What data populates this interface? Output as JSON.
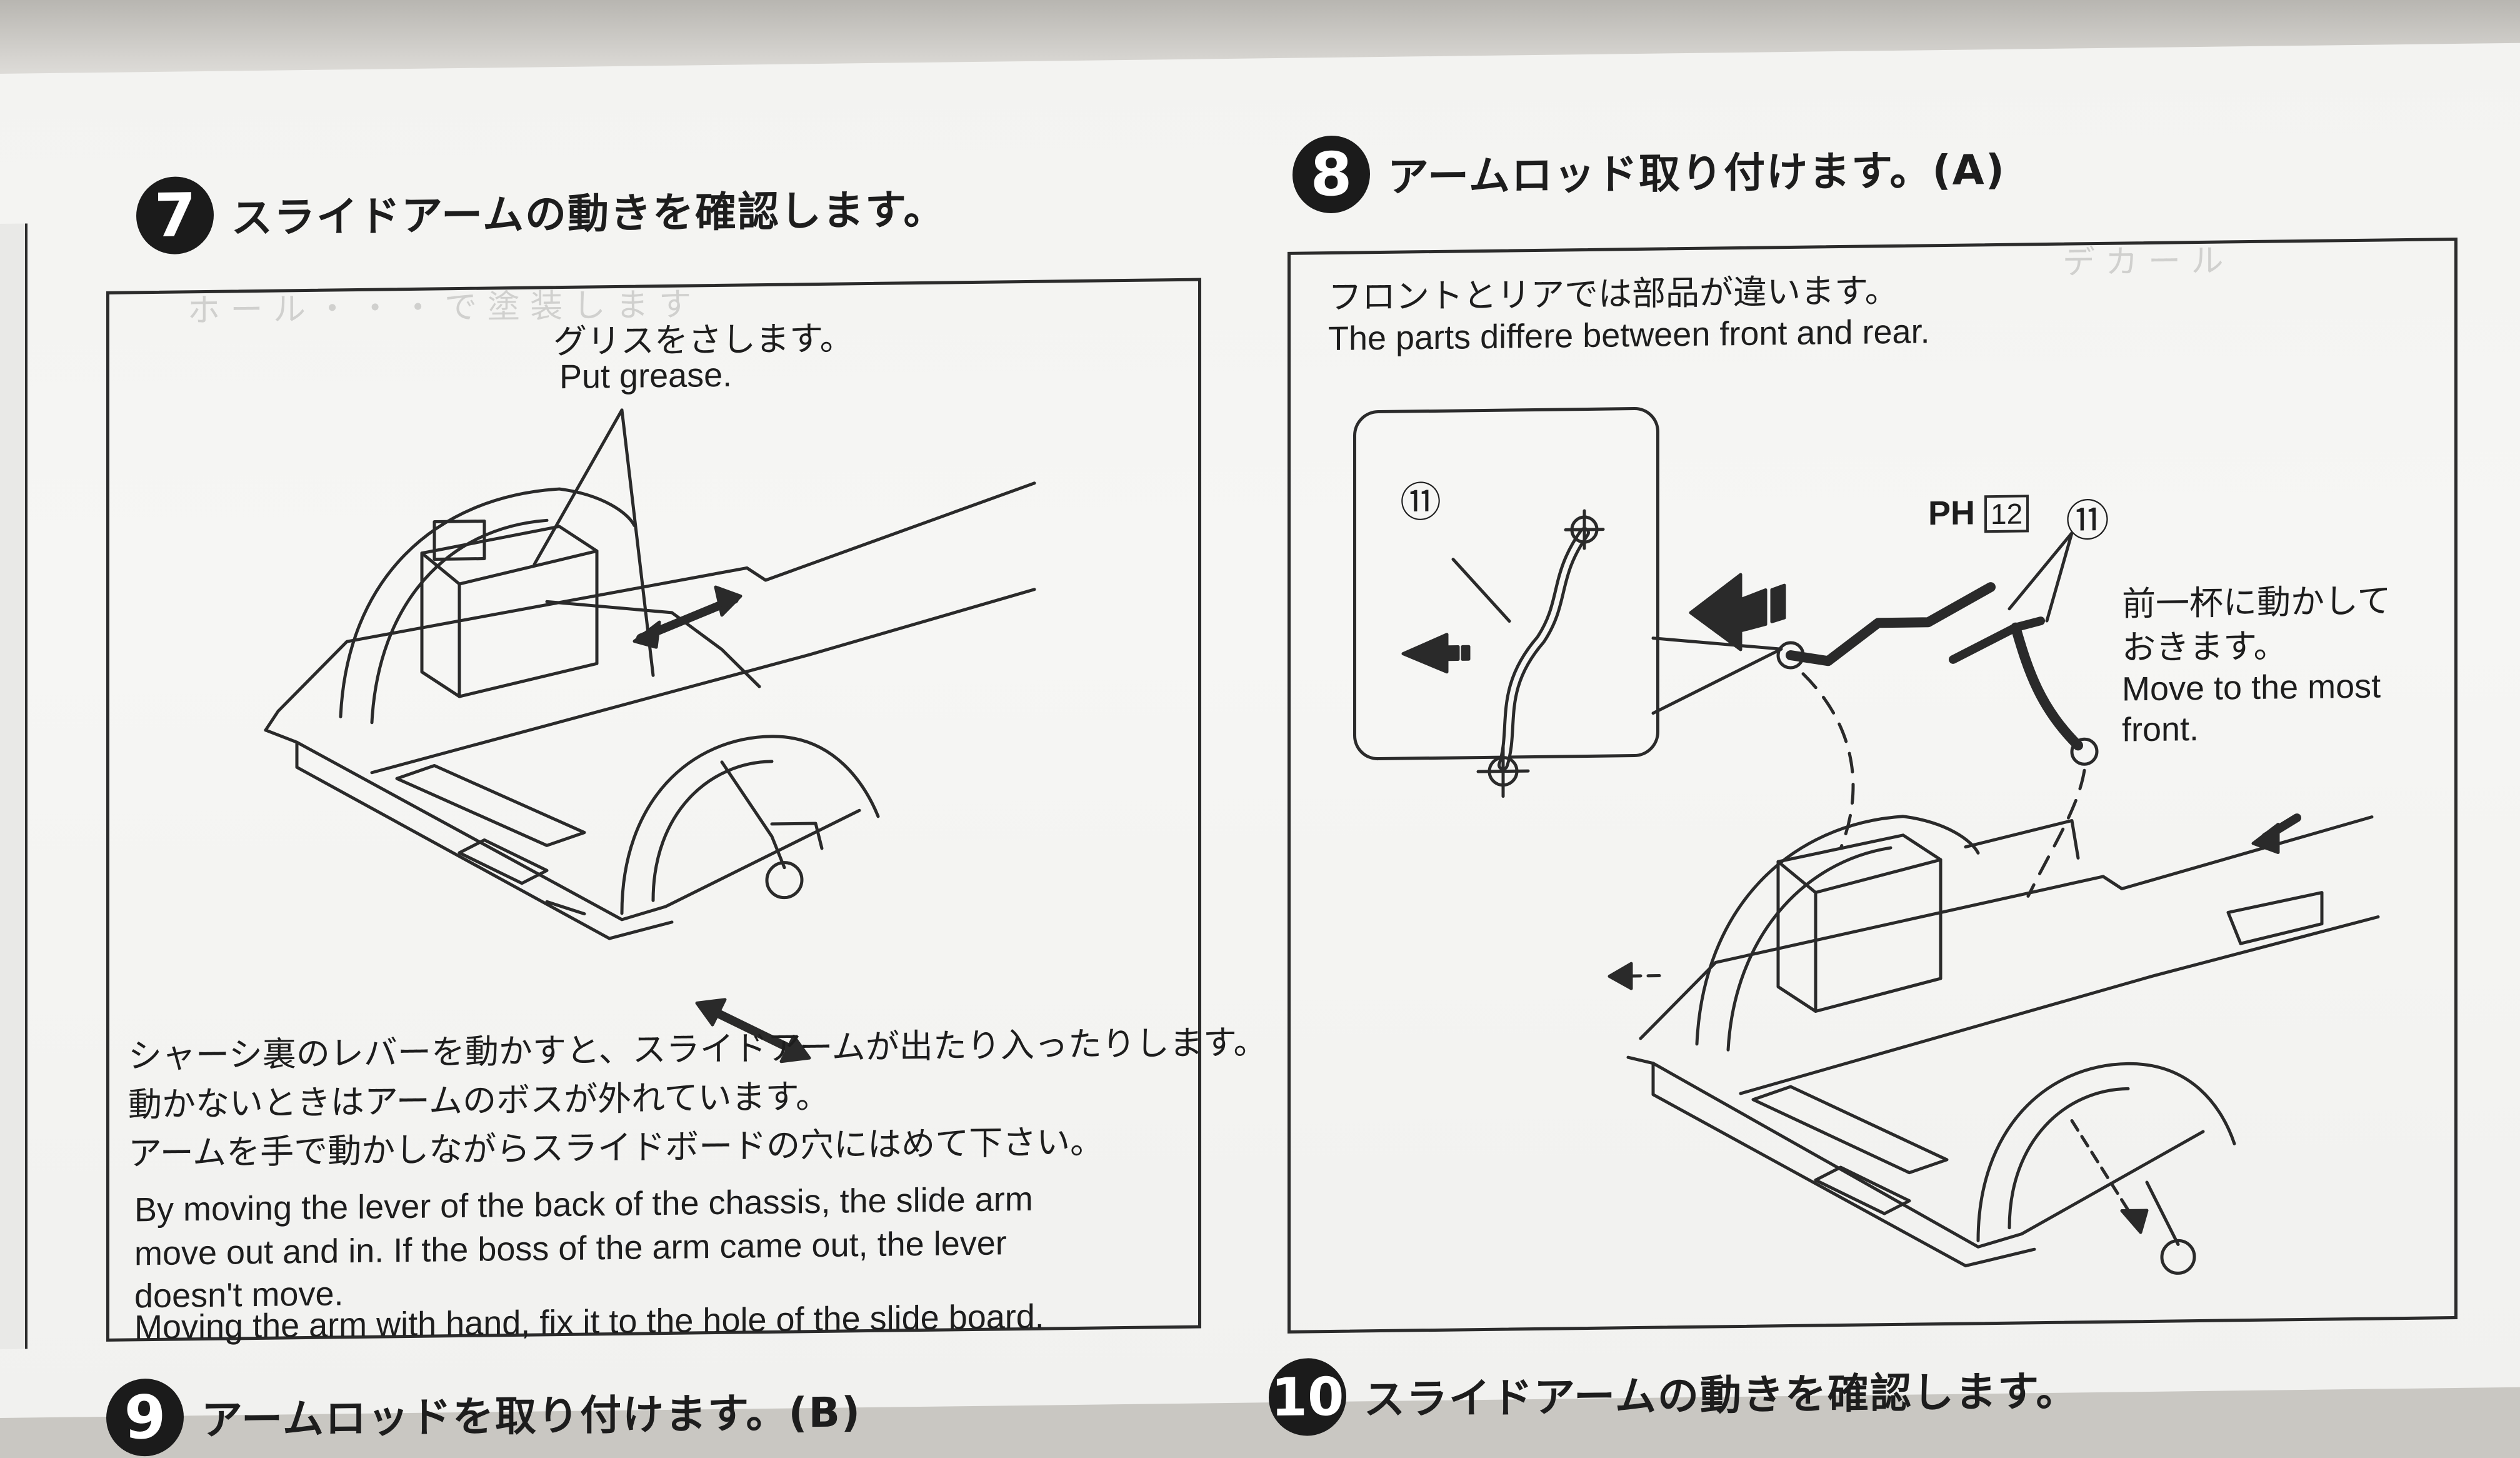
{
  "steps": [
    {
      "number": "7",
      "title": "スライドアームの動きを確認します。"
    },
    {
      "number": "8",
      "title": "アームロッド取り付けます。(A)"
    },
    {
      "number": "9",
      "title": "アームロッドを取り付けます。(B)"
    },
    {
      "number": "10",
      "title": "スライドアームの動きを確認します。"
    }
  ],
  "step7": {
    "callout_jp": "グリスをさします。",
    "callout_en": "Put grease.",
    "body_jp": [
      "シャーシ裏のレバーを動かすと、スライドアームが出たり入ったりします。",
      "動かないときはアームのボスが外れています。",
      "アームを手で動かしながらスライドボードの穴にはめて下さい。"
    ],
    "body_en": [
      "By moving the lever of the back of the chassis, the slide arm",
      "move out and in. If the boss of the arm came out, the lever",
      "doesn't move.",
      "Moving the arm with hand, fix it to the hole of the slide board."
    ]
  },
  "step8": {
    "note_jp": "フロントとリアでは部品が違います。",
    "note_en": "The parts differe between front and rear.",
    "part_label_inset": "⑪",
    "part_label_main": "⑪",
    "part_code": "PH",
    "part_code_num": "12",
    "move_jp": [
      "前一杯に動かして",
      "おきます。"
    ],
    "move_en": [
      "Move to the most",
      "front."
    ]
  }
}
